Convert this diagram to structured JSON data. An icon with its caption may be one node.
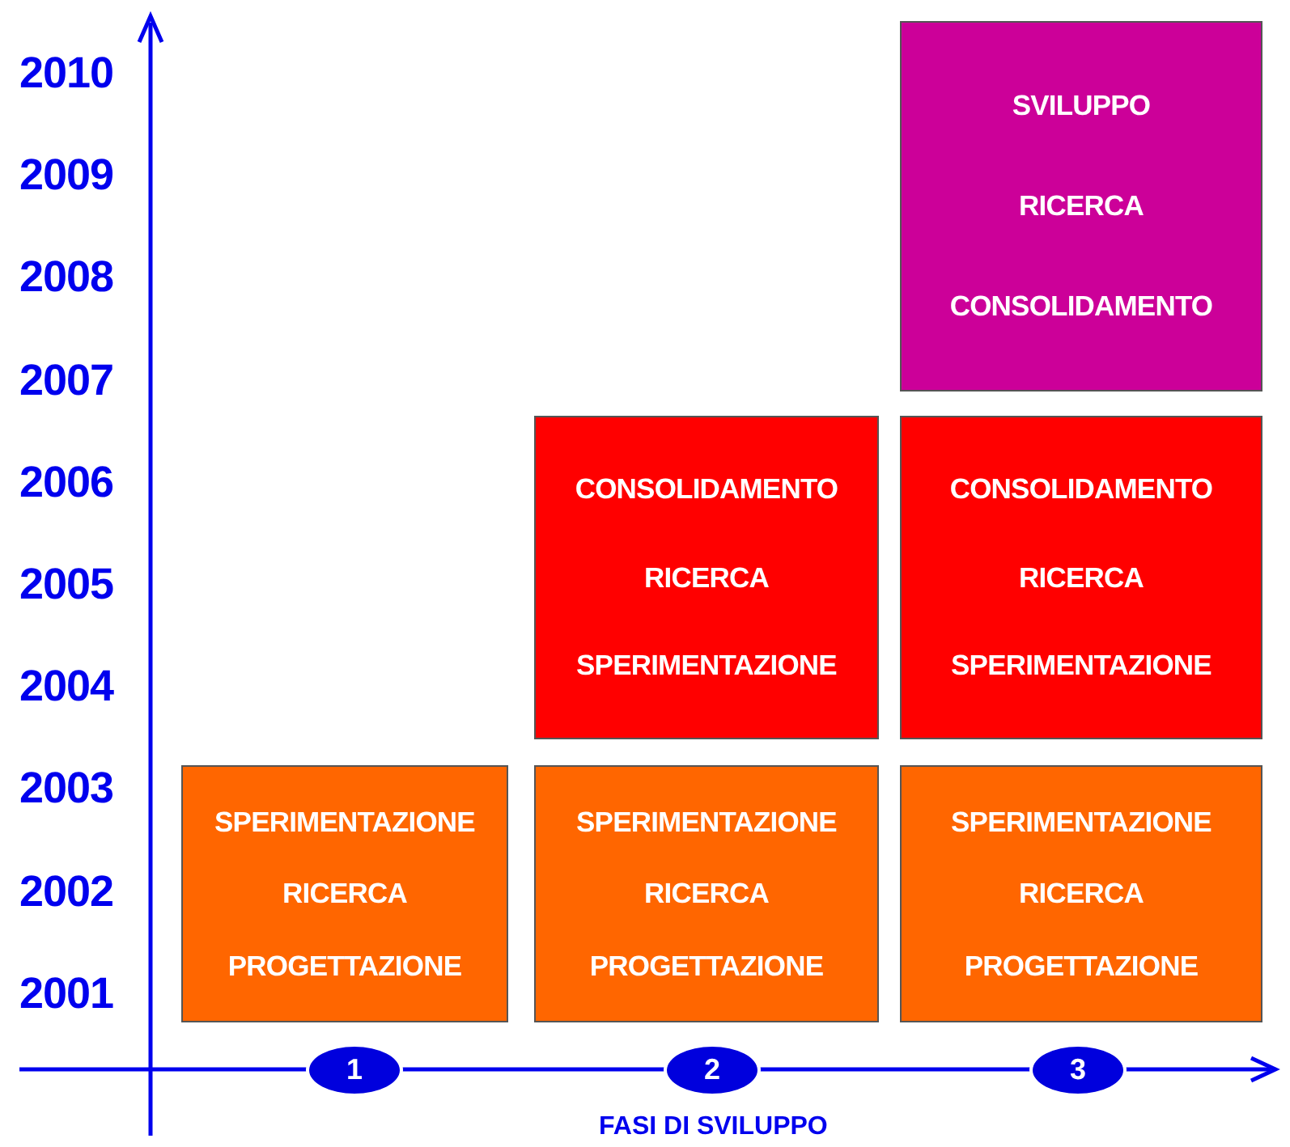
{
  "diagram": {
    "nodes": [
      {
        "text": [
          "SVILUPPO",
          "RICERCA",
          "CONSOLIDAMENTO"
        ]
      },
      {
        "text": [
          "CONSOLIDAMENTO",
          "RICERCA",
          "SPERIMENTAZIONE"
        ]
      },
      {
        "text": [
          "CONSOLIDAMENTO",
          "RICERCA",
          "SPERIMENTAZIONE"
        ]
      },
      {
        "text": [
          "SPERIMENTAZIONE",
          "RICERCA",
          "PROGETTAZIONE"
        ]
      },
      {
        "text": [
          "SPERIMENTAZIONE",
          "RICERCA",
          "PROGETTAZIONE"
        ]
      },
      {
        "text": [
          "SPERIMENTAZIONE",
          "RICERCA",
          "PROGETTAZIONE"
        ]
      },
      {
        "text": [
          "1"
        ]
      },
      {
        "text": [
          "2"
        ]
      },
      {
        "text": [
          "3"
        ]
      }
    ],
    "labels": [
      "2010",
      "2009",
      "2008",
      "2007",
      "2006",
      "2005",
      "2004",
      "2003",
      "2002",
      "2001",
      "FASI DI SVILUPPO"
    ]
  }
}
